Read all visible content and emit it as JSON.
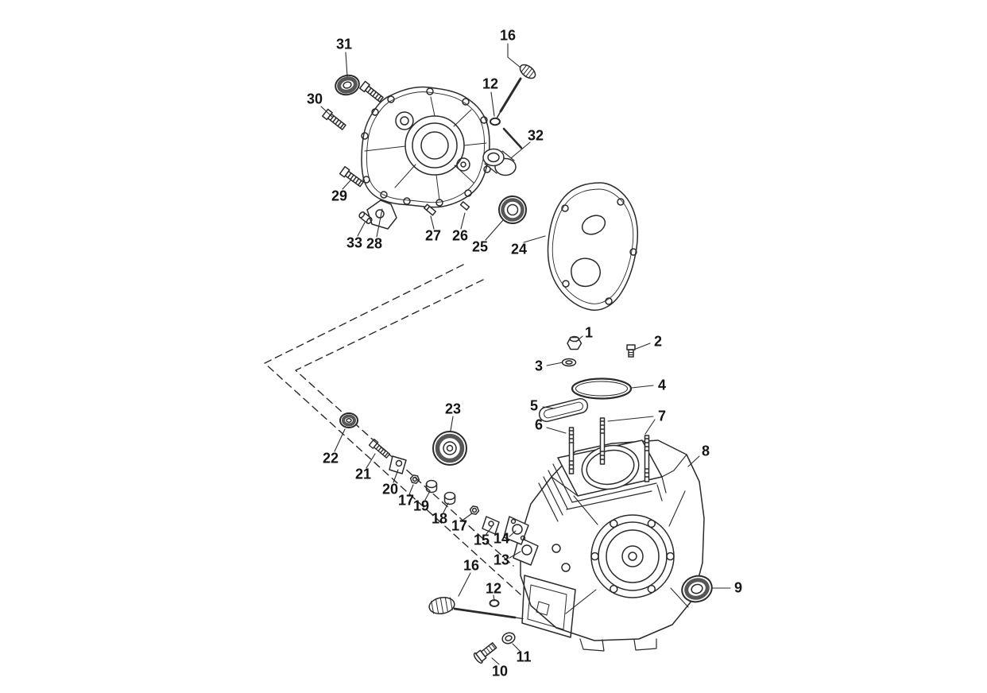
{
  "art": {
    "background": "#ffffff",
    "line_color": "#2a2a2a",
    "shade_color": "#565656"
  },
  "callouts": [
    {
      "label": "31"
    },
    {
      "label": "30"
    },
    {
      "label": "29"
    },
    {
      "label": "33"
    },
    {
      "label": "28"
    },
    {
      "label": "27"
    },
    {
      "label": "26"
    },
    {
      "label": "25"
    },
    {
      "label": "24"
    },
    {
      "label": "32"
    },
    {
      "label": "16"
    },
    {
      "label": "12"
    },
    {
      "label": "1"
    },
    {
      "label": "2"
    },
    {
      "label": "3"
    },
    {
      "label": "4"
    },
    {
      "label": "5"
    },
    {
      "label": "6"
    },
    {
      "label": "7"
    },
    {
      "label": "8"
    },
    {
      "label": "9"
    },
    {
      "label": "10"
    },
    {
      "label": "11"
    },
    {
      "label": "13"
    },
    {
      "label": "14"
    },
    {
      "label": "15"
    },
    {
      "label": "16"
    },
    {
      "label": "12"
    },
    {
      "label": "17"
    },
    {
      "label": "18"
    },
    {
      "label": "19"
    },
    {
      "label": "17"
    },
    {
      "label": "20"
    },
    {
      "label": "21"
    },
    {
      "label": "22"
    },
    {
      "label": "23"
    }
  ]
}
